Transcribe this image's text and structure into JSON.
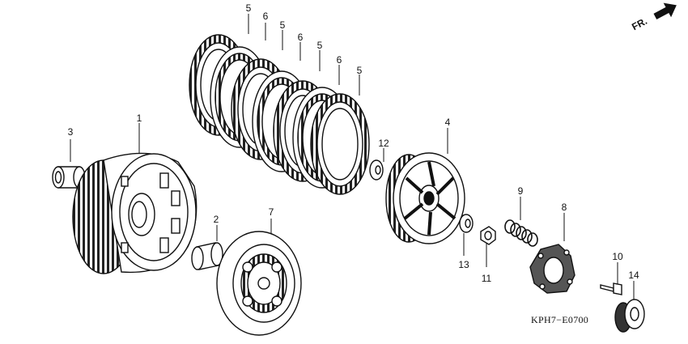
{
  "diagram": {
    "code": "KPH7−E0700",
    "direction_label": "FR.",
    "callouts": [
      {
        "id": "c1",
        "text": "1"
      },
      {
        "id": "c2",
        "text": "2"
      },
      {
        "id": "c3",
        "text": "3"
      },
      {
        "id": "c4",
        "text": "4"
      },
      {
        "id": "c5a",
        "text": "5"
      },
      {
        "id": "c5b",
        "text": "5"
      },
      {
        "id": "c5c",
        "text": "5"
      },
      {
        "id": "c5d",
        "text": "5"
      },
      {
        "id": "c6a",
        "text": "6"
      },
      {
        "id": "c6b",
        "text": "6"
      },
      {
        "id": "c6c",
        "text": "6"
      },
      {
        "id": "c7",
        "text": "7"
      },
      {
        "id": "c8",
        "text": "8"
      },
      {
        "id": "c9",
        "text": "9"
      },
      {
        "id": "c10",
        "text": "10"
      },
      {
        "id": "c11",
        "text": "11"
      },
      {
        "id": "c12",
        "text": "12"
      },
      {
        "id": "c13",
        "text": "13"
      },
      {
        "id": "c14",
        "text": "14"
      }
    ]
  }
}
